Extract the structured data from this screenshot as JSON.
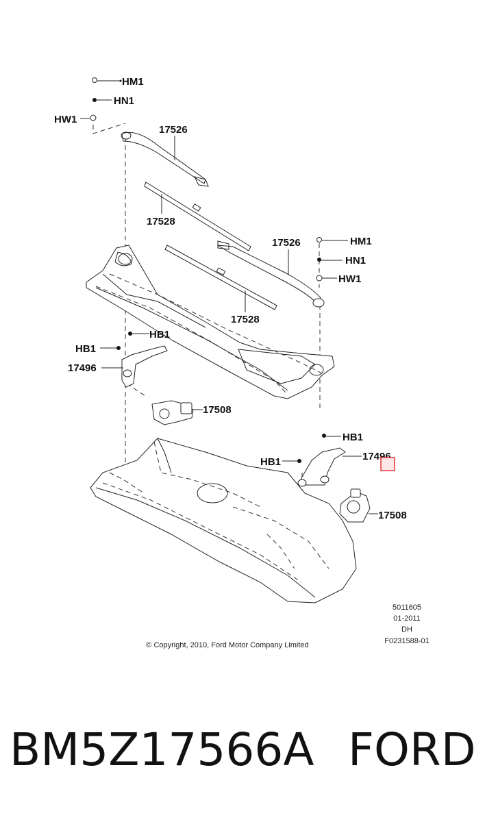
{
  "labels": {
    "hm1_top": "HM1",
    "hn1_top": "HN1",
    "hw1_top": "HW1",
    "arm_left": "17526",
    "blade_left": "17528",
    "arm_right": "17526",
    "hm1_right": "HM1",
    "hn1_right": "HN1",
    "hw1_right": "HW1",
    "blade_right": "17528",
    "hb1_left_a": "HB1",
    "hb1_left_b": "HB1",
    "linkage_left": "17496",
    "motor_left": "17508",
    "hb1_right_a": "HB1",
    "hb1_right_b": "HB1",
    "linkage_right": "17496",
    "motor_right": "17508"
  },
  "meta": {
    "line1": "5011605",
    "line2": "01-2011",
    "line3": "DH",
    "line4": "F0231588-01"
  },
  "copyright": "© Copyright, 2010, Ford Motor Company Limited",
  "footer": {
    "part_number": "BM5Z17566A",
    "brand": "FORD"
  },
  "highlight_color": "#e8303a"
}
